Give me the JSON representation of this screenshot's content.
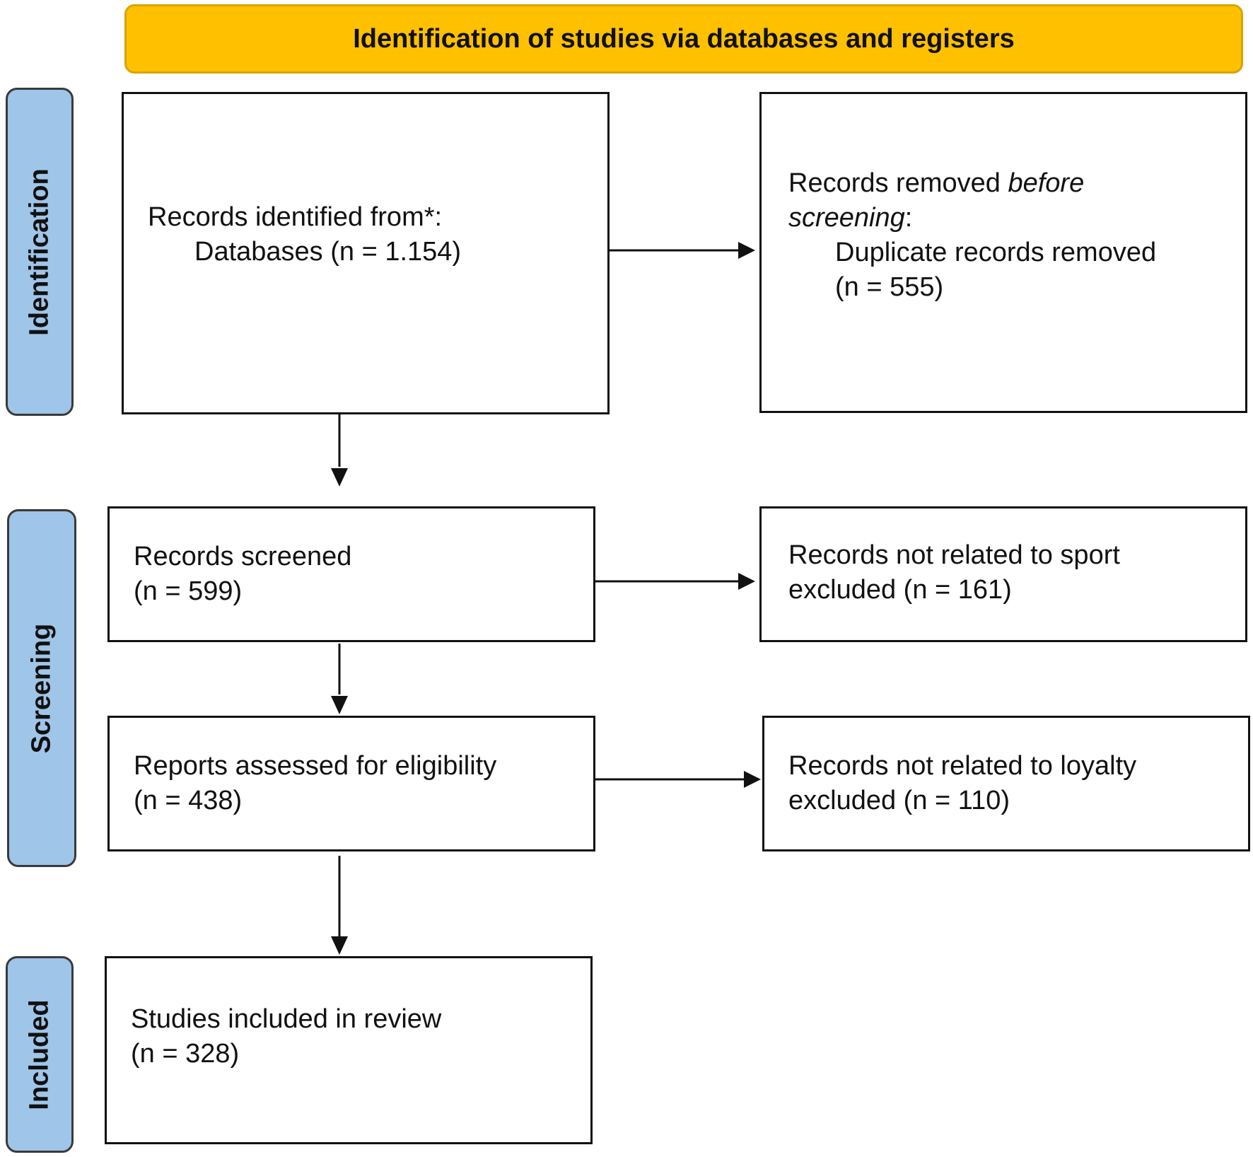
{
  "colors": {
    "header_fill": "#ffc000",
    "phase_fill": "#9fc5e8",
    "arrow": "#111111"
  },
  "header": {
    "title": "Identification of studies via databases and registers"
  },
  "phases": {
    "identification": "Identification",
    "screening": "Screening",
    "included": "Included"
  },
  "boxes": {
    "records_identified": {
      "line1": "Records identified from*:",
      "line2": "Databases (n = 1.154)"
    },
    "records_removed": {
      "line1_a": "Records removed ",
      "line1_b": "before",
      "line2_a": "screening",
      "line2_b": ":",
      "line3": "Duplicate records removed",
      "line4": "(n = 555)"
    },
    "records_screened": {
      "line1": "Records screened",
      "line2": "(n = 599)"
    },
    "excluded_sport": {
      "line1": "Records not related to sport",
      "line2": "excluded (n = 161)"
    },
    "reports_assessed": {
      "line1": "Reports assessed for eligibility",
      "line2": "(n = 438)"
    },
    "excluded_loyalty": {
      "line1": "Records not related to loyalty",
      "line2": "excluded (n = 110)"
    },
    "studies_included": {
      "line1": "Studies included in review",
      "line2": "(n = 328)"
    }
  }
}
